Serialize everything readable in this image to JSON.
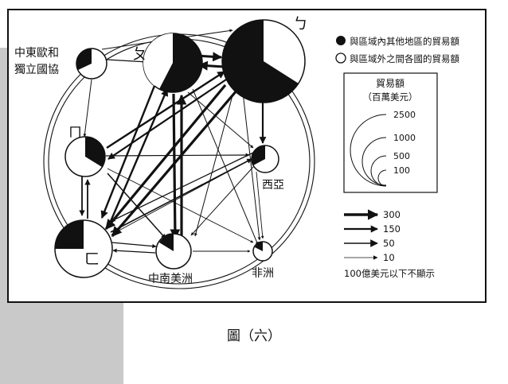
{
  "regions": {
    "bo": {
      "label": "ㄅ"
    },
    "po": {
      "label": "ㄆ"
    },
    "mo": {
      "label": "ㄇ"
    },
    "ci": {
      "label": "ㄈ"
    },
    "mideast": {
      "label_line1": "中東歐和",
      "label_line2": "獨立國協"
    },
    "westasia": {
      "label": "西亞"
    },
    "latam": {
      "label": "中南美洲"
    },
    "africa": {
      "label": "非洲"
    }
  },
  "legend": {
    "intra_item": "與區域內其他地區的貿易額",
    "inter_item": "與區域外之間各國的貿易額",
    "scale_title": "貿易額",
    "scale_unit": "（百萬美元）",
    "circle_values": [
      "2500",
      "1000",
      "500",
      "100"
    ],
    "arrow_values": [
      "300",
      "150",
      "50",
      "10"
    ],
    "footnote": "100億美元以下不顯示"
  },
  "caption": "圖（六）",
  "colors": {
    "ink": "#111111",
    "paper": "#ffffff",
    "stripe": "#c9c9c9"
  }
}
